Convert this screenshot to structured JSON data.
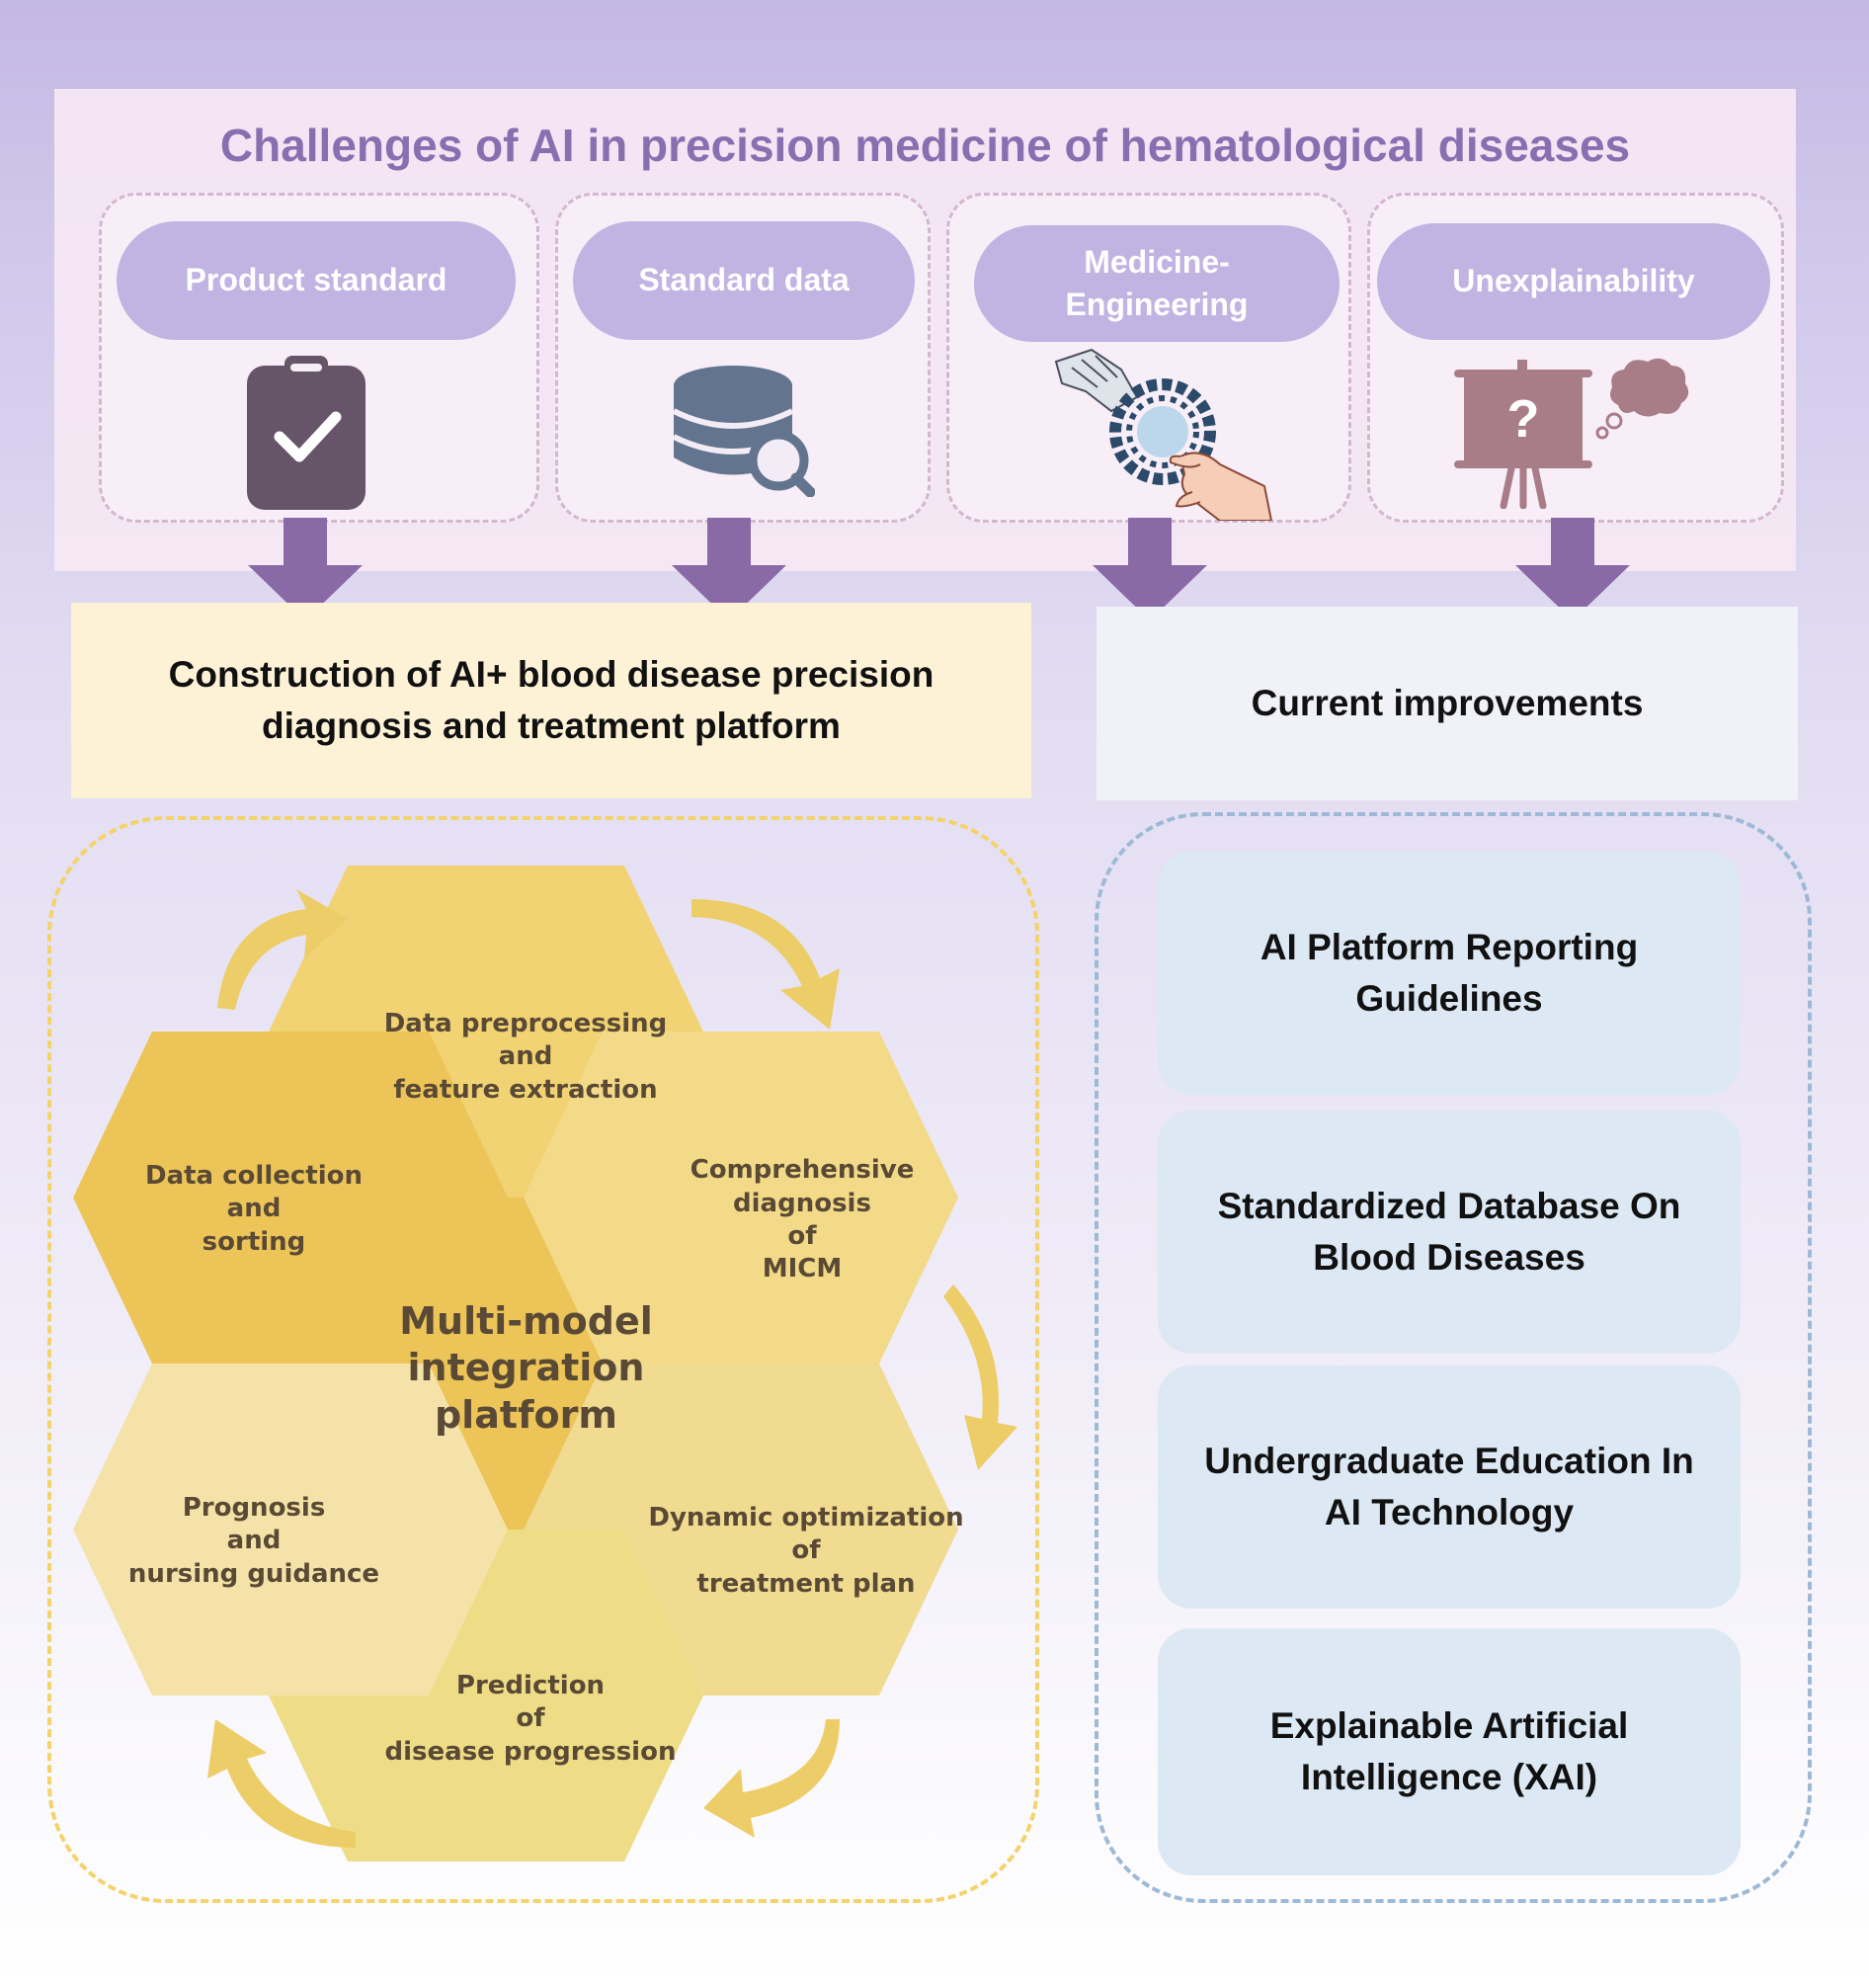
{
  "title": "Challenges of AI in precision medicine of hematological diseases",
  "challenges": [
    {
      "label": "Product standard",
      "icon": "clipboard-check-icon"
    },
    {
      "label": "Standard data",
      "icon": "database-search-icon"
    },
    {
      "label": "Medicine-\nEngineering",
      "icon": "robot-human-hand-icon"
    },
    {
      "label": "Unexplainability",
      "icon": "presentation-question-icon"
    }
  ],
  "left_section": {
    "heading": "Construction of AI+ blood disease precision diagnosis and treatment platform",
    "center": "Multi-model integration platform",
    "hexagons": [
      "Data preprocessing\nand\nfeature extraction",
      "Comprehensive\ndiagnosis\nof\nMICM",
      "Dynamic optimization\nof\ntreatment plan",
      "Prediction\nof\ndisease progression",
      "Prognosis\nand\nnursing guidance",
      "Data collection\nand\nsorting"
    ]
  },
  "right_section": {
    "heading": "Current improvements",
    "items": [
      "AI Platform Reporting Guidelines",
      "Standardized Database On Blood Diseases",
      "Undergraduate Education In AI Technology",
      "Explainable Artificial Intelligence (XAI)"
    ]
  },
  "colors": {
    "title": "#8a6fb0",
    "pill": "#c1b3e2",
    "arrow": "#8a6aa6",
    "heading_left_bg": "#fdf1d6",
    "heading_right_bg": "#f1f2f8",
    "hex_dark": "#ecc457",
    "hex_light": "#f4e0a6",
    "improvement_bg": "#dce8f3"
  }
}
